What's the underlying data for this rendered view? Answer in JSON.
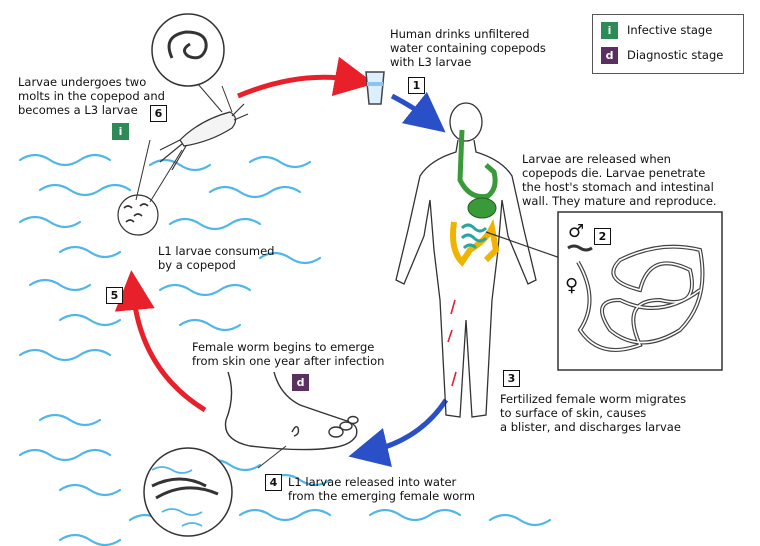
{
  "colors": {
    "infective": "#2e8b57",
    "diagnostic": "#5a3060",
    "arrow_red": "#e8202a",
    "arrow_blue": "#2a50c8",
    "water": "#4fb6e8",
    "stomach": "#3a9a3a",
    "intestine": "#f0b400"
  },
  "legend": {
    "infective_letter": "i",
    "infective_label": "Infective stage",
    "diagnostic_letter": "d",
    "diagnostic_label": "Diagnostic stage"
  },
  "steps": {
    "s1": {
      "num": "1",
      "text": "Human drinks unfiltered\nwater containing copepods\nwith L3 larvae"
    },
    "s2": {
      "num": "2",
      "text": "Larvae are released when\ncopepods die. Larvae penetrate\nthe host's stomach and intestinal\nwall. They mature and reproduce.",
      "male_symbol": "♂",
      "female_symbol": "♀"
    },
    "s3": {
      "num": "3",
      "text": "Fertilized female worm migrates\nto surface of skin, causes\na blister, and discharges larvae"
    },
    "s4": {
      "num": "4",
      "text": "L1 larvae released into water\nfrom the emerging female worm"
    },
    "s5": {
      "num": "5",
      "text": "L1 larvae consumed\nby a copepod"
    },
    "s6": {
      "num": "6",
      "text": "Larvae undergoes two\nmolts in the copepod and\nbecomes a L3 larvae"
    },
    "emerge": {
      "text": "Female worm begins to emerge\nfrom skin one year after infection"
    }
  }
}
